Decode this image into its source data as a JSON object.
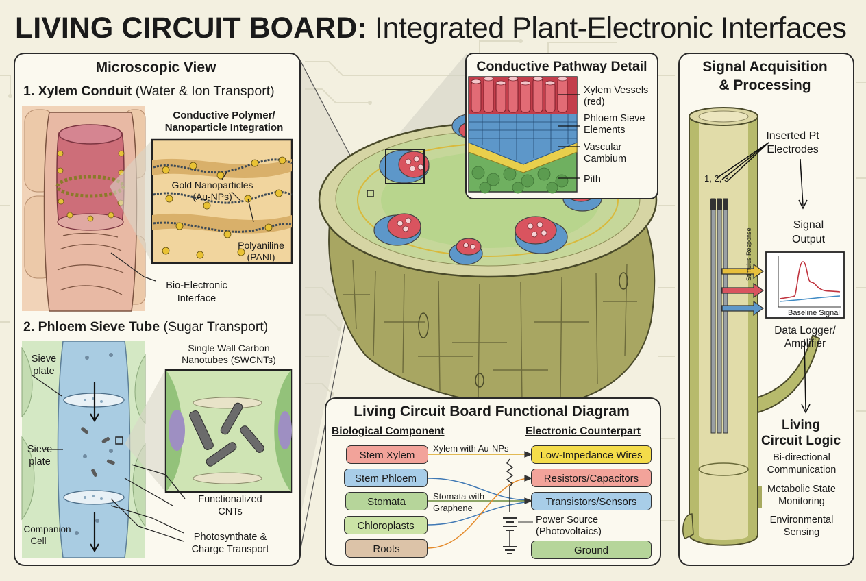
{
  "title": {
    "bold": "LIVING CIRCUIT BOARD:",
    "rest": " Integrated Plant-Electronic Interfaces"
  },
  "microscopic": {
    "title": "Microscopic View",
    "xylem": {
      "heading_bold": "1. Xylem Conduit",
      "heading_rest": " (Water & Ion Transport)",
      "polymer_label_1": "Conductive Polymer/",
      "polymer_label_2": "Nanoparticle Integration",
      "gold_1": "Gold Nanoparticles",
      "gold_2": "(Au-NPs)",
      "pani_1": "Polyaniline",
      "pani_2": "(PANI)",
      "bio_1": "Bio-Electronic",
      "bio_2": "Interface"
    },
    "phloem": {
      "heading_bold": "2. Phloem Sieve Tube",
      "heading_rest": " (Sugar Transport)",
      "swcnt_1": "Single Wall Carbon",
      "swcnt_2": "Nanotubes (SWCNTs)",
      "sieve_a_1": "Sieve",
      "sieve_a_2": "plate",
      "sieve_b_1": "Sieve",
      "sieve_b_2": "plate",
      "companion_1": "Companion",
      "companion_2": "Cell",
      "fcnt_1": "Functionalized",
      "fcnt_2": "CNTs",
      "photo_1": "Photosynthate &",
      "photo_2": "Charge Transport"
    }
  },
  "pathway": {
    "title": "Conductive Pathway Detail",
    "xylem_1": "Xylem Vessels",
    "xylem_2": "(red)",
    "phloem_1": "Phloem Sieve",
    "phloem_2": "Elements",
    "cambium_1": "Vascular",
    "cambium_2": "Cambium",
    "pith": "Pith"
  },
  "signal": {
    "title_1": "Signal Acquisition",
    "title_2": "& Processing",
    "electrodes_1": "Inserted Pt",
    "electrodes_2": "Electrodes",
    "electrode_numbers": "1, 2, 3",
    "output_1": "Signal",
    "output_2": "Output",
    "plot_ylabel": "Stimulus Response",
    "plot_baseline": "Baseline Signal",
    "logger_1": "Data Logger/",
    "logger_2": "Amplifier",
    "logic_1": "Living",
    "logic_2": "Circuit Logic",
    "feature_1a": "Bi-directional",
    "feature_1b": "Communication",
    "feature_2a": "Metabolic State",
    "feature_2b": "Monitoring",
    "feature_3a": "Environmental",
    "feature_3b": "Sensing"
  },
  "functional": {
    "title": "Living Circuit Board Functional Diagram",
    "left_header": "Biological Component",
    "right_header": "Electronic Counterpart",
    "biological": [
      "Stem Xylem",
      "Stem Phloem",
      "Stomata",
      "Chloroplasts",
      "Roots"
    ],
    "electronic": [
      "Low-Impedance Wires",
      "Resistors/Capacitors",
      "Transistors/Sensors",
      "Ground"
    ],
    "power_1": "Power Source",
    "power_2": "(Photovoltaics)",
    "link_xylem": "Xylem with Au-NPs",
    "link_stomata_1": "Stomata with",
    "link_stomata_2": "Graphene"
  },
  "colors": {
    "xylem_red": "#d9545f",
    "phloem_blue": "#5d97c9",
    "cambium_yellow": "#e9cf4c",
    "pith_green": "#6fb060",
    "bark": "#a9a86a",
    "box_red": "#f2a39a",
    "box_blue": "#a8cde8",
    "box_green": "#b6d59a",
    "box_light_green": "#cbe3a6",
    "box_tan": "#dcc3a8",
    "box_yellow": "#f4dc4a",
    "wire_orange": "#e48a2a",
    "wire_blue": "#3f78b4"
  }
}
